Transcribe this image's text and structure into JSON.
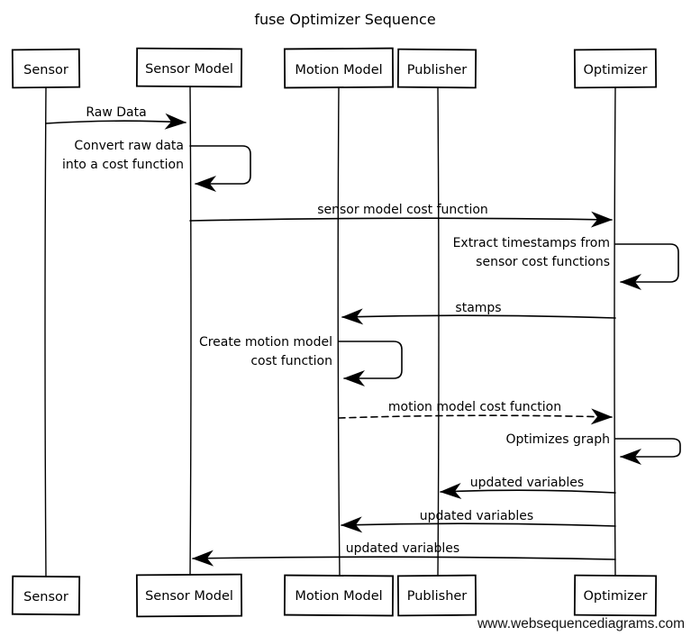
{
  "title": "fuse Optimizer Sequence",
  "watermark": "www.websequencediagrams.com",
  "participants": [
    "Sensor",
    "Sensor Model",
    "Motion Model",
    "Publisher",
    "Optimizer"
  ],
  "colors": {
    "ink": "#000000",
    "background": "#ffffff"
  },
  "messages": [
    {
      "kind": "message",
      "from": "Sensor",
      "to": "Sensor Model",
      "line": "solid",
      "label": "Raw Data"
    },
    {
      "kind": "self",
      "from": "Sensor Model",
      "to": "Sensor Model",
      "line": "solid",
      "label_lines": [
        "Convert raw data",
        "into a cost function"
      ]
    },
    {
      "kind": "message",
      "from": "Sensor Model",
      "to": "Optimizer",
      "line": "solid",
      "label": "sensor model cost function"
    },
    {
      "kind": "self",
      "from": "Optimizer",
      "to": "Optimizer",
      "line": "solid",
      "label_lines": [
        "Extract timestamps from",
        "sensor cost functions"
      ]
    },
    {
      "kind": "message",
      "from": "Optimizer",
      "to": "Motion Model",
      "line": "solid",
      "label": "stamps"
    },
    {
      "kind": "self",
      "from": "Motion Model",
      "to": "Motion Model",
      "line": "solid",
      "label_lines": [
        "Create motion model",
        "cost function"
      ]
    },
    {
      "kind": "message",
      "from": "Motion Model",
      "to": "Optimizer",
      "line": "dashed",
      "label": "motion model cost function"
    },
    {
      "kind": "self",
      "from": "Optimizer",
      "to": "Optimizer",
      "line": "solid",
      "label": "Optimizes graph"
    },
    {
      "kind": "message",
      "from": "Optimizer",
      "to": "Publisher",
      "line": "solid",
      "label": "updated variables"
    },
    {
      "kind": "message",
      "from": "Optimizer",
      "to": "Motion Model",
      "line": "solid",
      "label": "updated variables"
    },
    {
      "kind": "message",
      "from": "Optimizer",
      "to": "Sensor Model",
      "line": "solid",
      "label": "updated variables"
    }
  ]
}
